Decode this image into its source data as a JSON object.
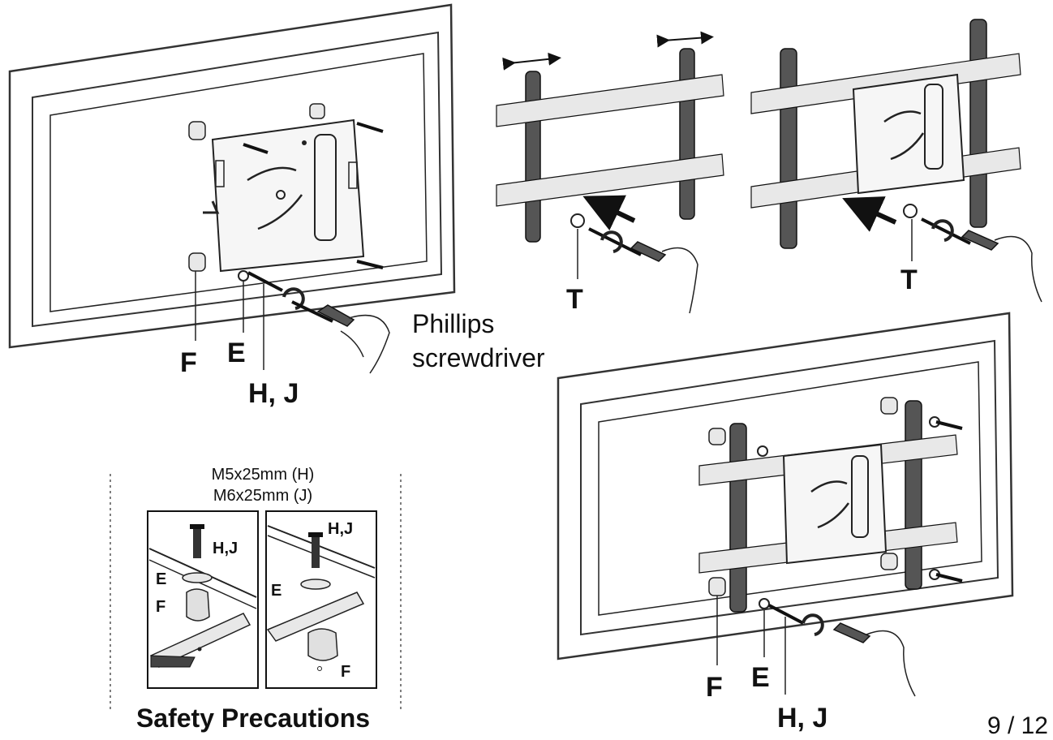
{
  "labels": {
    "step1_F": "F",
    "step1_E": "E",
    "step1_HJ": "H, J",
    "step2_T": "T",
    "step3_T": "T",
    "step4_F": "F",
    "step4_E": "E",
    "step4_HJ": "H, J"
  },
  "tool": {
    "line1": "Phillips",
    "line2": "screwdriver"
  },
  "safety": {
    "screw_h": "M5x25mm (H)",
    "screw_j": "M6x25mm (J)",
    "left_hj": "H,J",
    "left_e": "E",
    "left_f": "F",
    "right_hj": "H,J",
    "right_e": "E",
    "right_f": "F",
    "title": "Safety Precautions"
  },
  "page_number": "9 / 12"
}
